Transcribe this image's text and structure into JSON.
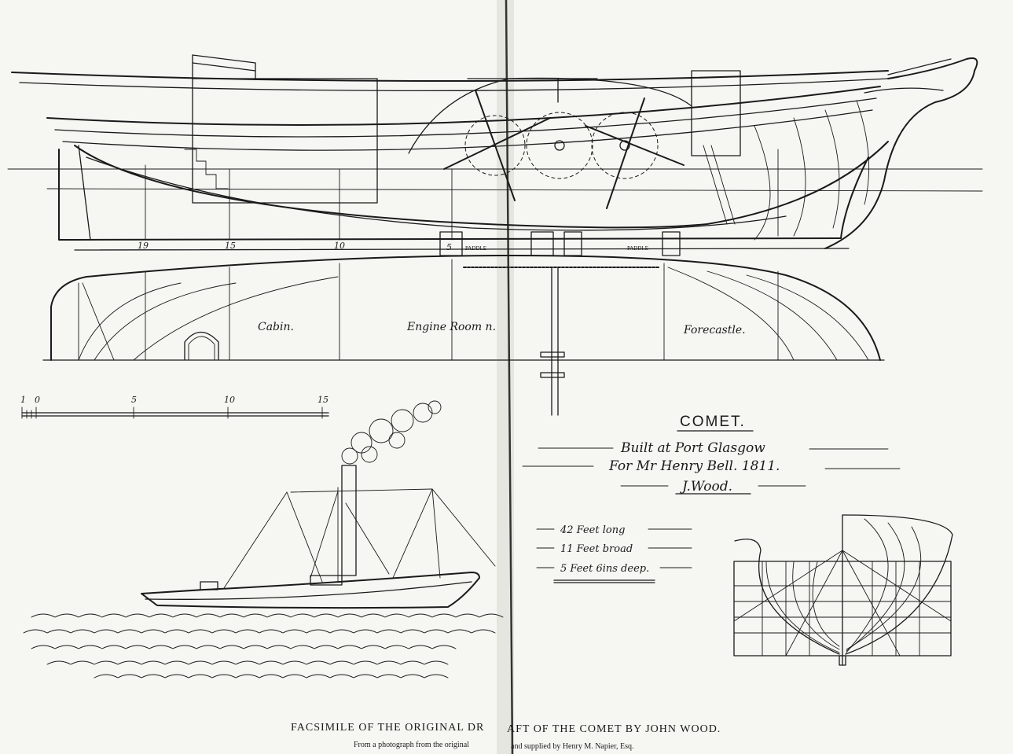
{
  "title": {
    "name": "COMET.",
    "built_at": "Built at Port Glasgow",
    "built_for": "For Mr Henry Bell. 1811.",
    "designer": "J.Wood."
  },
  "dimensions": [
    "42 Feet long",
    "11 Feet broad",
    "5 Feet 6ins deep."
  ],
  "compartments": [
    "Cabin.",
    "Engine Room n.",
    "Forecastle."
  ],
  "frame_numbers": [
    "19",
    "15",
    "10",
    "5"
  ],
  "paddle_labels": [
    "PADDLE",
    "PADDLE"
  ],
  "scale_ticks": [
    "1",
    "0",
    "5",
    "10",
    "15"
  ],
  "caption": {
    "left": "FACSIMILE OF THE ORIGINAL DR",
    "right": "AFT OF THE COMET BY JOHN WOOD.",
    "sub_left": "From a photograph from the original",
    "sub_right": "and supplied by Henry M. Napier, Esq."
  }
}
